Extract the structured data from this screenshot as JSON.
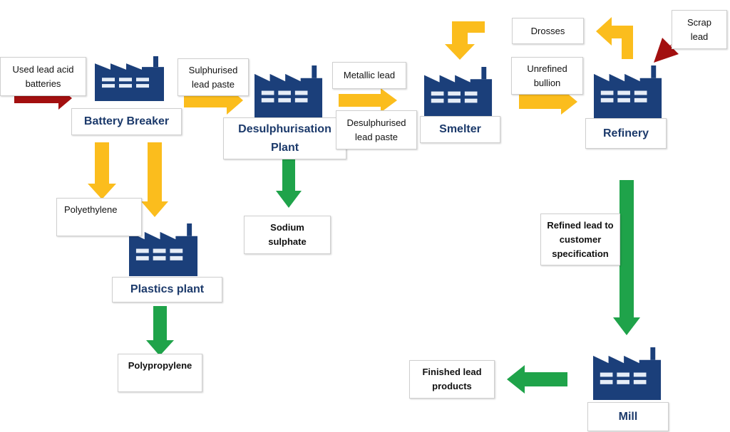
{
  "colors": {
    "factory": "#1b3f7a",
    "factory_window": "#e6edf7",
    "arrow_yellow": "#fbbd1d",
    "arrow_green": "#1fa34a",
    "arrow_red": "#a30f0f",
    "title_text": "#1c3a6b"
  },
  "icons": [
    "factory-icon"
  ],
  "nodes": {
    "battery_breaker": "Battery Breaker",
    "desulphurisation_plant": "Desulphurisation\nPlant",
    "smelter": "Smelter",
    "refinery": "Refinery",
    "plastics_plant": "Plastics plant",
    "mill": "Mill"
  },
  "labels": {
    "used_lead_acid_batteries": "Used lead acid\nbatteries",
    "sulphurised_lead_paste": "Sulphurised\nlead paste",
    "metallic_lead": "Metallic lead",
    "desulphurised_lead_paste": "Desulphurised\nlead paste",
    "unrefined_bullion": "Unrefined\nbullion",
    "drosses": "Drosses",
    "scrap_lead": "Scrap\nlead",
    "polyethylene": "Polyethylene",
    "polypropylene": "Polypropylene",
    "sodium_sulphate": "Sodium\nsulphate",
    "refined_lead": "Refined lead to\ncustomer\nspecification",
    "finished_lead_products": "Finished lead\nproducts"
  }
}
